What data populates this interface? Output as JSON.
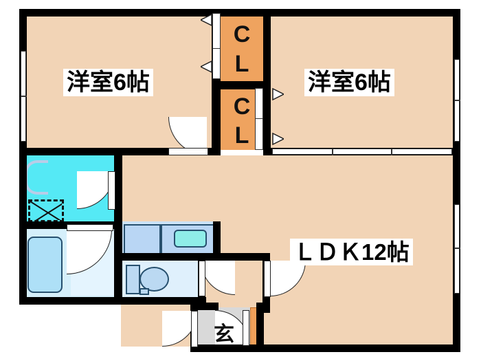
{
  "plan": {
    "title": "2LDK apartment floor plan",
    "rooms": [
      {
        "id": "bedroom-left",
        "label": "洋室6帖",
        "size_jo": 6,
        "type": "western-room"
      },
      {
        "id": "bedroom-right",
        "label": "洋室6帖",
        "size_jo": 6,
        "type": "western-room"
      },
      {
        "id": "ldk",
        "label": "ＬＤＫ12帖",
        "size_jo": 12,
        "type": "living-dining-kitchen"
      },
      {
        "id": "entrance",
        "label": "玄",
        "type": "genkan"
      }
    ],
    "closets": [
      {
        "id": "closet-upper",
        "line1": "C",
        "line2": "L"
      },
      {
        "id": "closet-lower",
        "line1": "C",
        "line2": "L"
      }
    ],
    "fixtures": [
      {
        "id": "kitchen-sink",
        "name": "sink"
      },
      {
        "id": "refrigerator-space",
        "name": "refrigerator-space"
      },
      {
        "id": "bathtub",
        "name": "bathtub"
      },
      {
        "id": "wash-counter",
        "name": "washbasin-counter"
      },
      {
        "id": "wash-basin",
        "name": "washbasin"
      },
      {
        "id": "toilet-bowl",
        "name": "toilet"
      },
      {
        "id": "shoe-cabinet",
        "name": "shoe-cabinet"
      }
    ],
    "colors": {
      "wall": "#000000",
      "room_floor": "#F2D4B6",
      "closet": "#EFA35F",
      "kitchen_floor": "#55E9F5",
      "bath_floor": "#D5EFFA",
      "wash_floor": "#CBE3F7",
      "toilet_floor": "#DFF0FC",
      "entrance_floor": "#D9D9D9",
      "fixture_outline": "#27506E"
    }
  }
}
